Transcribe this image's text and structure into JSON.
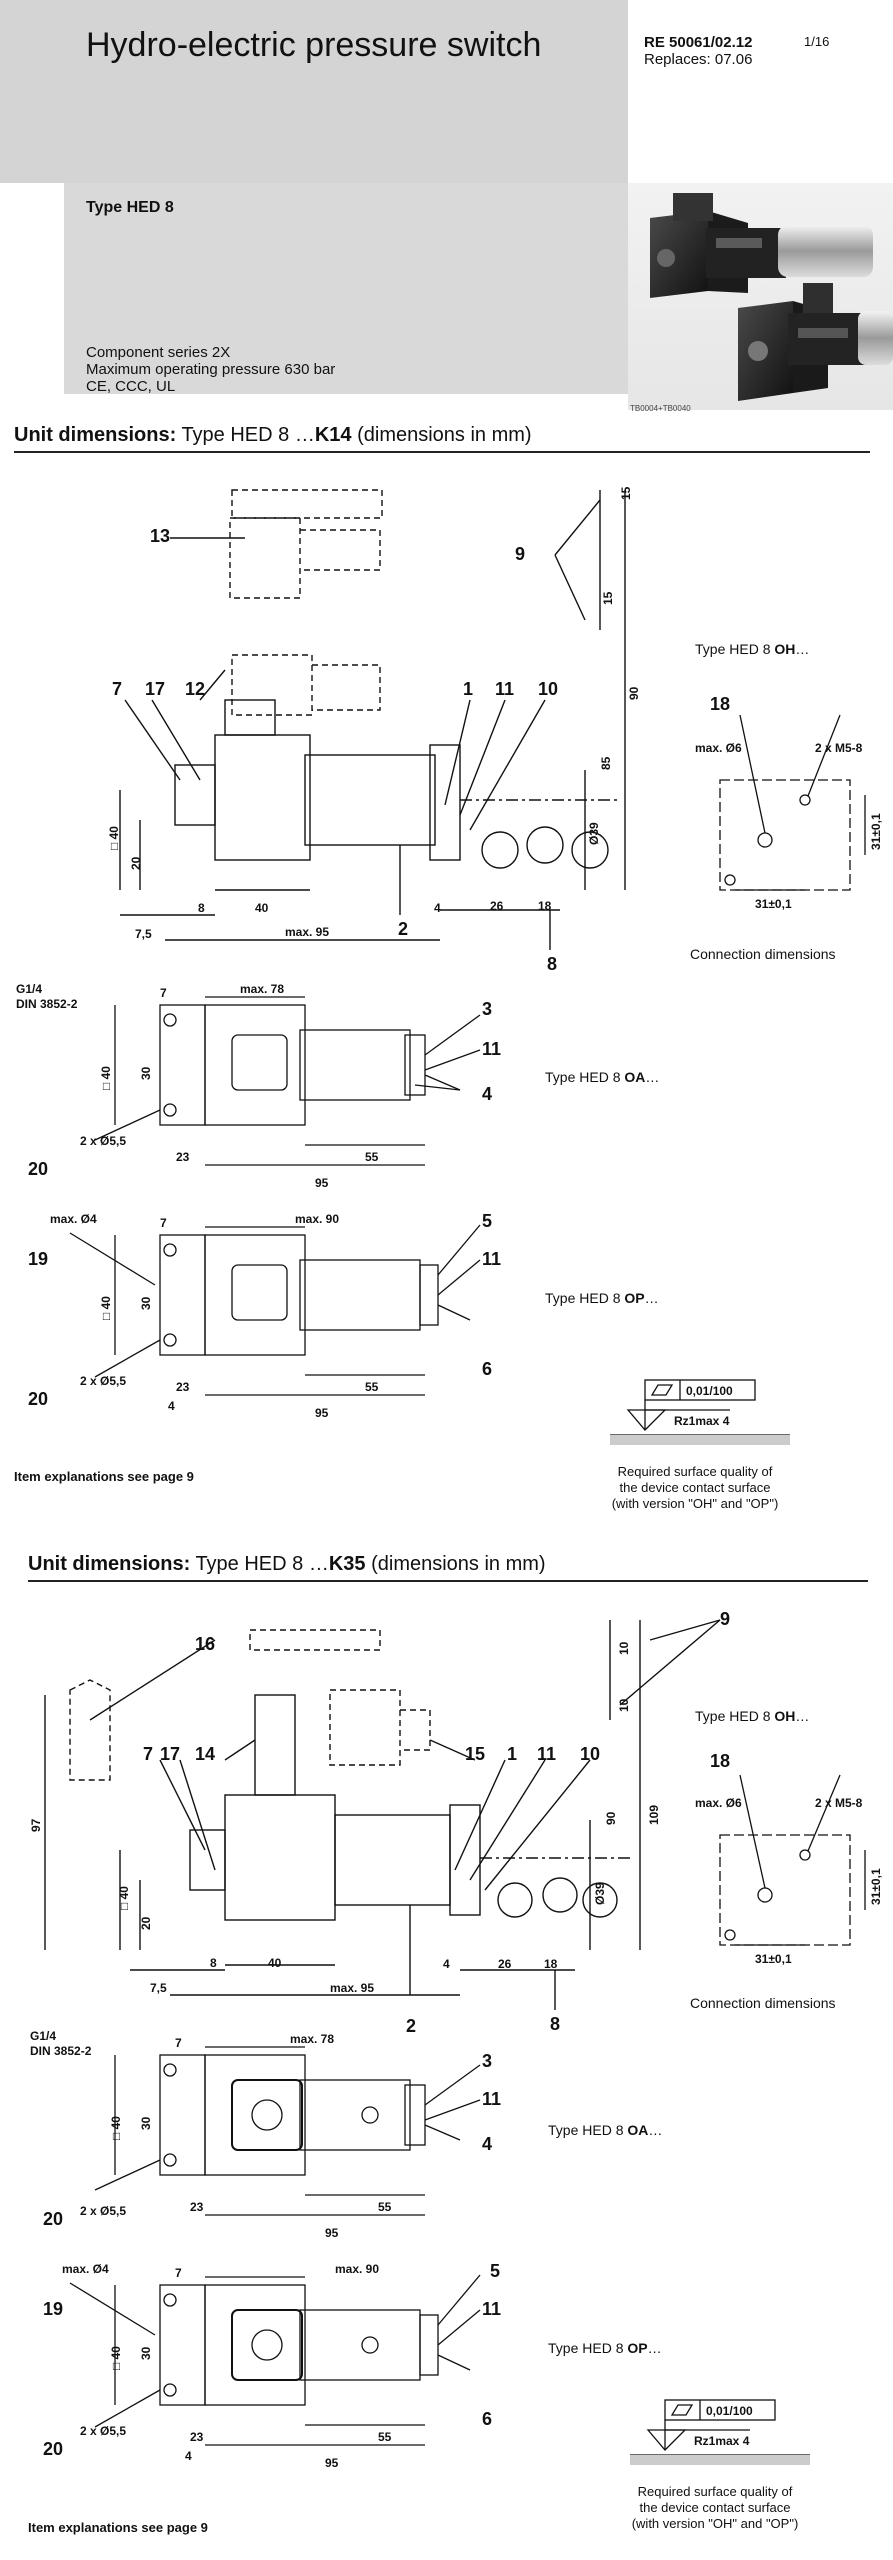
{
  "header": {
    "title": "Hydro-electric pressure switch",
    "ref_number": "RE 50061/02.12",
    "replaces": "Replaces: 07.06",
    "page": "1/16",
    "type_label": "Type HED 8",
    "specs": [
      "Component series 2X",
      "Maximum operating pressure 630 bar",
      "CE, CCC, UL"
    ],
    "photo_caption": "TB0004+TB0040"
  },
  "section1": {
    "title_prefix": "Unit dimensions:",
    "title_type": "Type HED 8 …",
    "title_bold": "K14",
    "title_suffix": "(dimensions in mm)",
    "variant_oh": "Type HED 8 ",
    "variant_oh_bold": "OH",
    "variant_oa": "Type HED 8 ",
    "variant_oa_bold": "OA",
    "variant_op": "Type HED 8 ",
    "variant_op_bold": "OP",
    "ellipsis": "…",
    "connection_dimensions": "Connection dimensions",
    "item_note": "Item explanations see page 9",
    "surface_box": "0,01/100",
    "surface_rz": "Rz1max  4",
    "surface_text": [
      "Required surface quality of",
      "the device contact surface",
      "(with version \"OH\" and \"OP\")"
    ]
  },
  "section2": {
    "title_prefix": "Unit dimensions:",
    "title_type": "Type HED 8 …",
    "title_bold": "K35",
    "title_suffix": "(dimensions in mm)",
    "variant_oh": "Type HED 8 ",
    "variant_oh_bold": "OH",
    "variant_oa": "Type HED 8 ",
    "variant_oa_bold": "OA",
    "variant_op": "Type HED 8 ",
    "variant_op_bold": "OP",
    "ellipsis": "…",
    "connection_dimensions": "Connection dimensions",
    "item_note": "Item explanations see page 9",
    "surface_box": "0,01/100",
    "surface_rz": "Rz1max  4",
    "surface_text": [
      "Required surface quality of",
      "the device contact surface",
      "(with version \"OH\" and \"OP\")"
    ]
  },
  "drawing_labels": {
    "items": [
      "13",
      "9",
      "7",
      "17",
      "12",
      "1",
      "11",
      "10",
      "2",
      "8",
      "18",
      "3",
      "4",
      "5",
      "6",
      "19",
      "20",
      "16",
      "14",
      "15"
    ],
    "dims": [
      "15",
      "90",
      "85",
      "□ 40",
      "20",
      "Ø39",
      "8",
      "40",
      "7,5",
      "max. 95",
      "4",
      "26",
      "18",
      "max. Ø6",
      "2 x M5-8",
      "31±0,1",
      "G1/4",
      "DIN 3852-2",
      "7",
      "max. 78",
      "30",
      "2 x Ø5,5",
      "23",
      "55",
      "95",
      "max. Ø4",
      "max. 90",
      "10",
      "97",
      "109"
    ]
  }
}
